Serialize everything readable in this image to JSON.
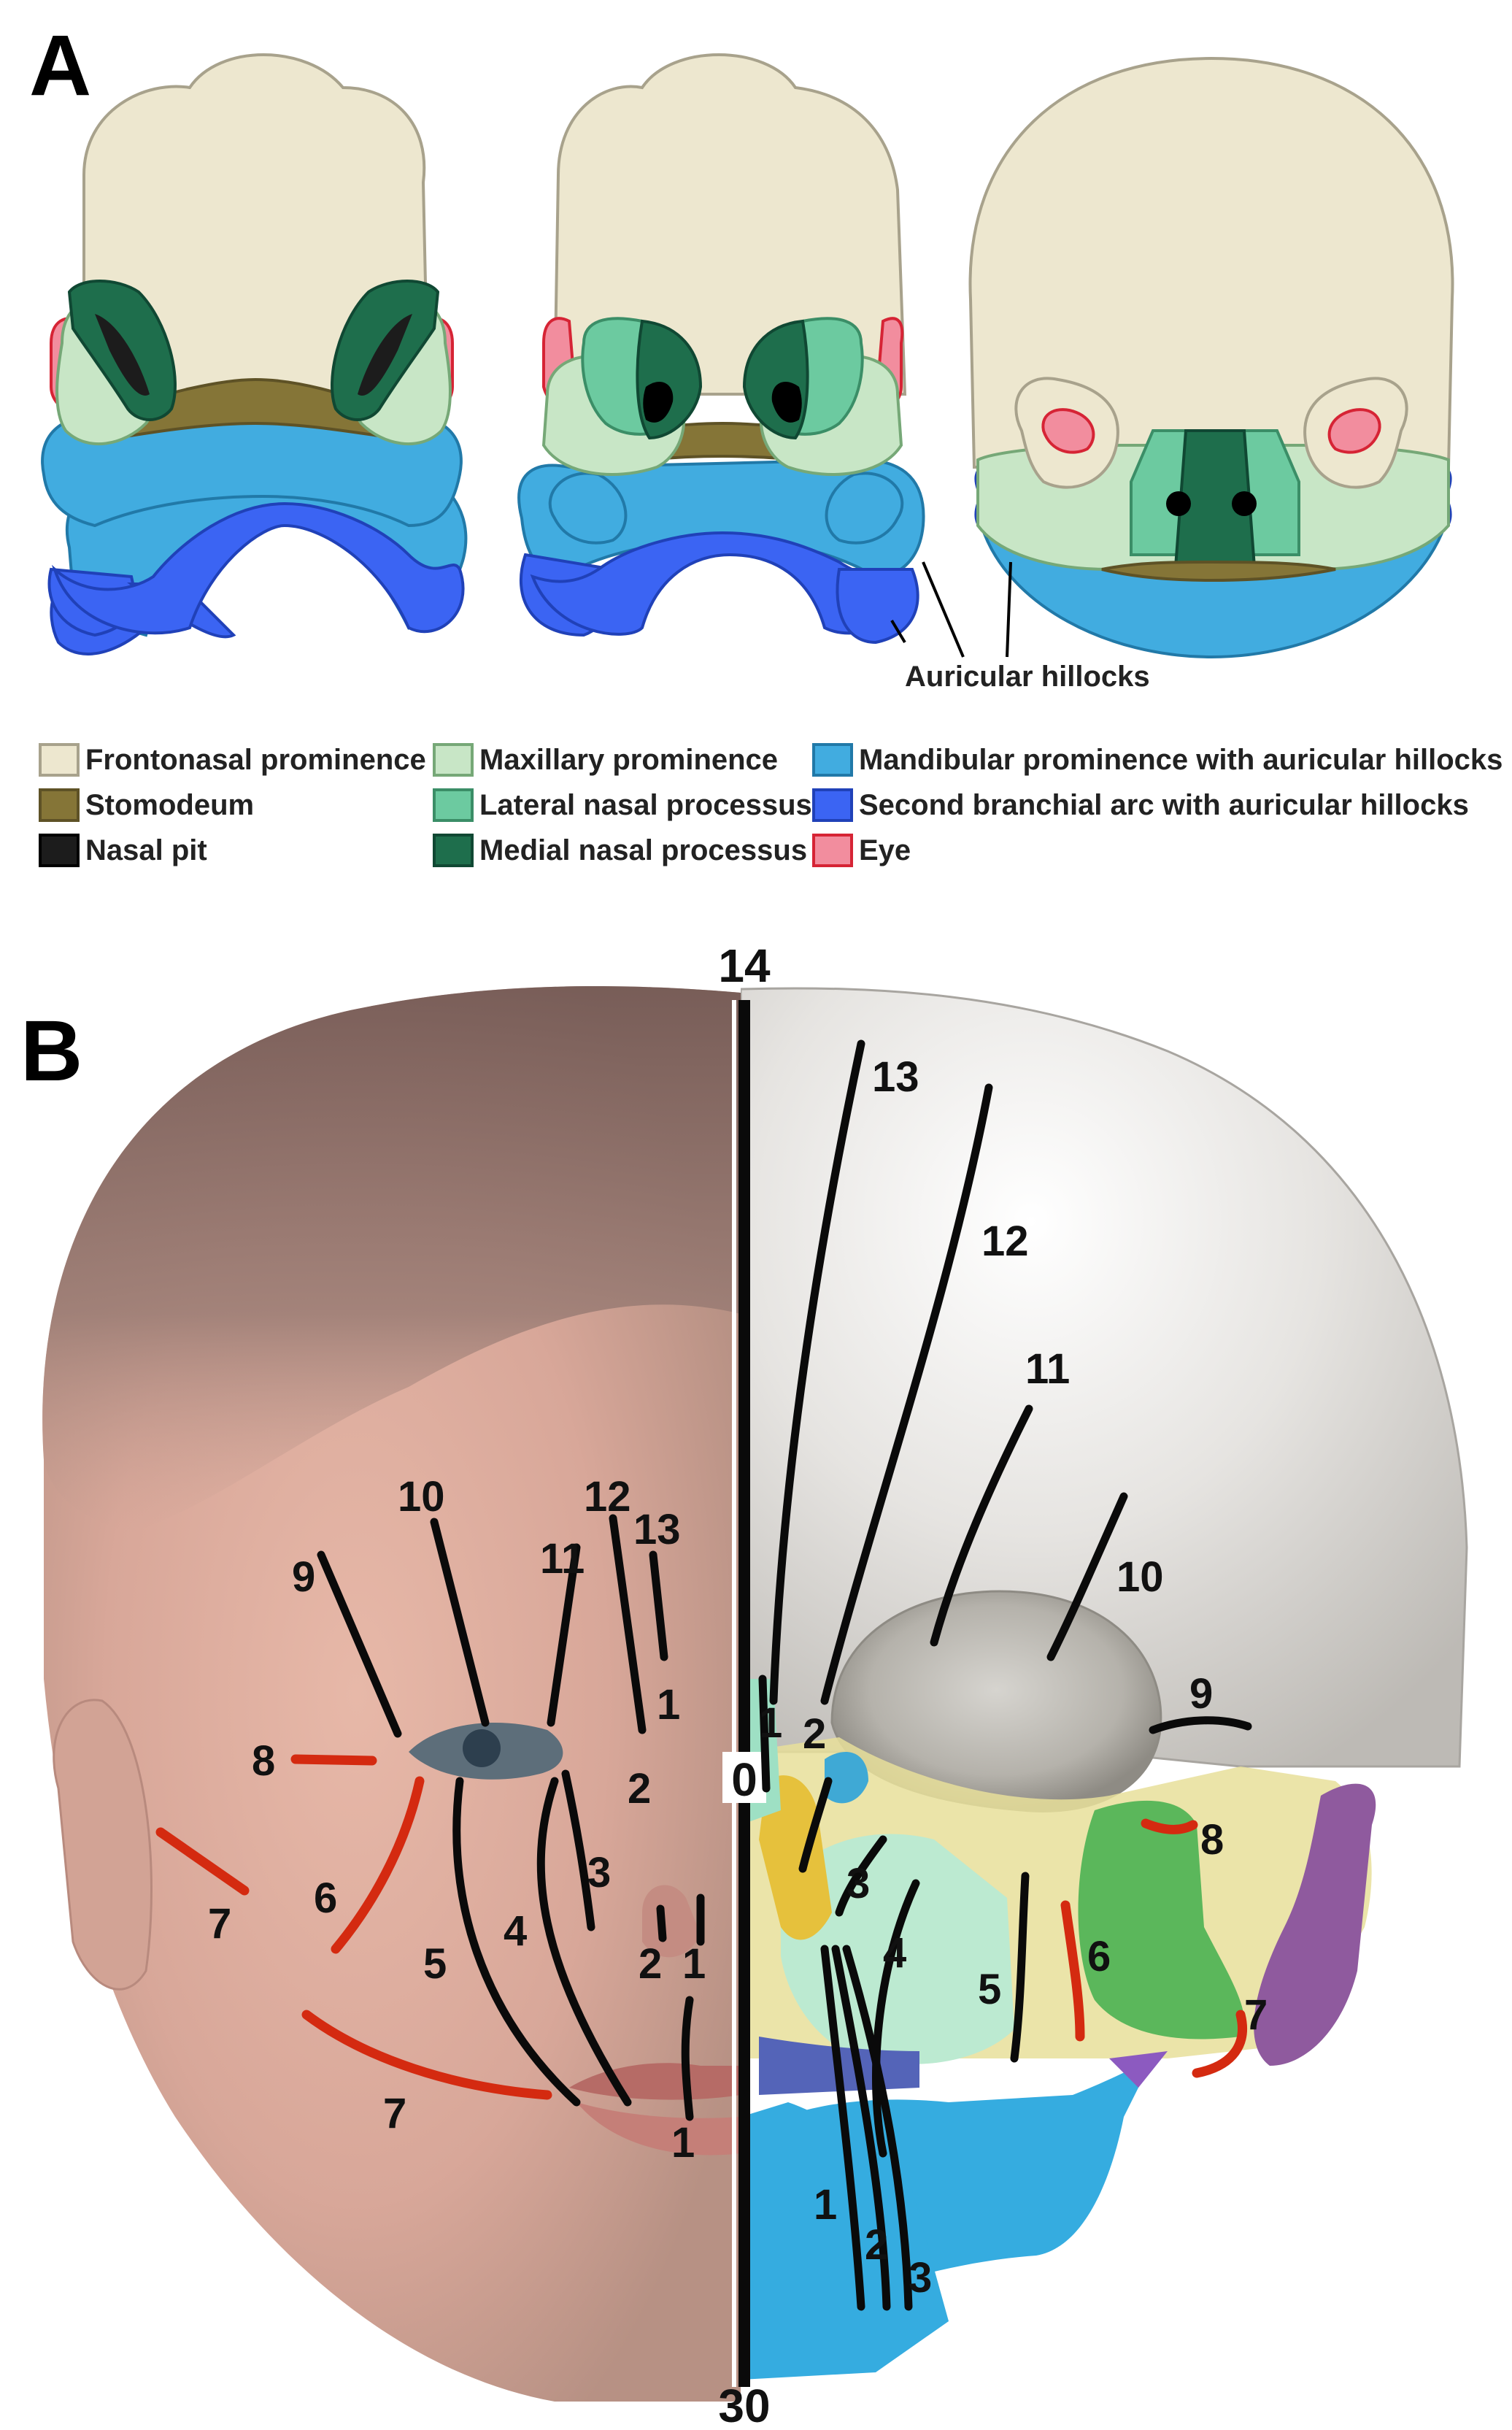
{
  "panels": {
    "a_label": "A",
    "b_label": "B"
  },
  "auricular_label": "Auricular hillocks",
  "legend": [
    {
      "label": "Frontonasal prominence",
      "fill": "#ede7cf",
      "stroke": "#a8a28c"
    },
    {
      "label": "Stomodeum",
      "fill": "#857537",
      "stroke": "#5e5226"
    },
    {
      "label": "Nasal pit",
      "fill": "#1c1c1c",
      "stroke": "#000000"
    },
    {
      "label": "Maxillary prominence",
      "fill": "#c8e6c6",
      "stroke": "#76a877"
    },
    {
      "label": "Lateral nasal processus",
      "fill": "#6ccaa0",
      "stroke": "#3b8e67"
    },
    {
      "label": "Medial nasal processus",
      "fill": "#1e6e4c",
      "stroke": "#104833"
    },
    {
      "label": "Mandibular prominence with auricular hillocks",
      "fill": "#41ace0",
      "stroke": "#2179a8"
    },
    {
      "label": "Second branchial arc with auricular hillocks",
      "fill": "#3b64f3",
      "stroke": "#2041b8"
    },
    {
      "label": "Eye",
      "fill": "#f28d9e",
      "stroke": "#d62435"
    }
  ],
  "axis": {
    "top": "14",
    "middle": "0",
    "bottom": "30"
  },
  "face_numbers": {
    "n10": "10",
    "n9": "9",
    "n12": "12",
    "n13": "13",
    "n11": "11",
    "n1a": "1",
    "n8": "8",
    "n2a": "2",
    "n3": "3",
    "n7a": "7",
    "n6": "6",
    "n5": "5",
    "n4": "4",
    "n2b": "2",
    "n1b": "1",
    "n7b": "7",
    "n1c": "1"
  },
  "skull_numbers": {
    "n13": "13",
    "n12": "12",
    "n11": "11",
    "n10": "10",
    "n9": "9",
    "n1": "1",
    "n2": "2",
    "n8": "8",
    "n3": "3",
    "n4": "4",
    "n5": "5",
    "n6": "6",
    "n7": "7",
    "n1b": "1",
    "n2b": "2",
    "n3b": "3"
  }
}
